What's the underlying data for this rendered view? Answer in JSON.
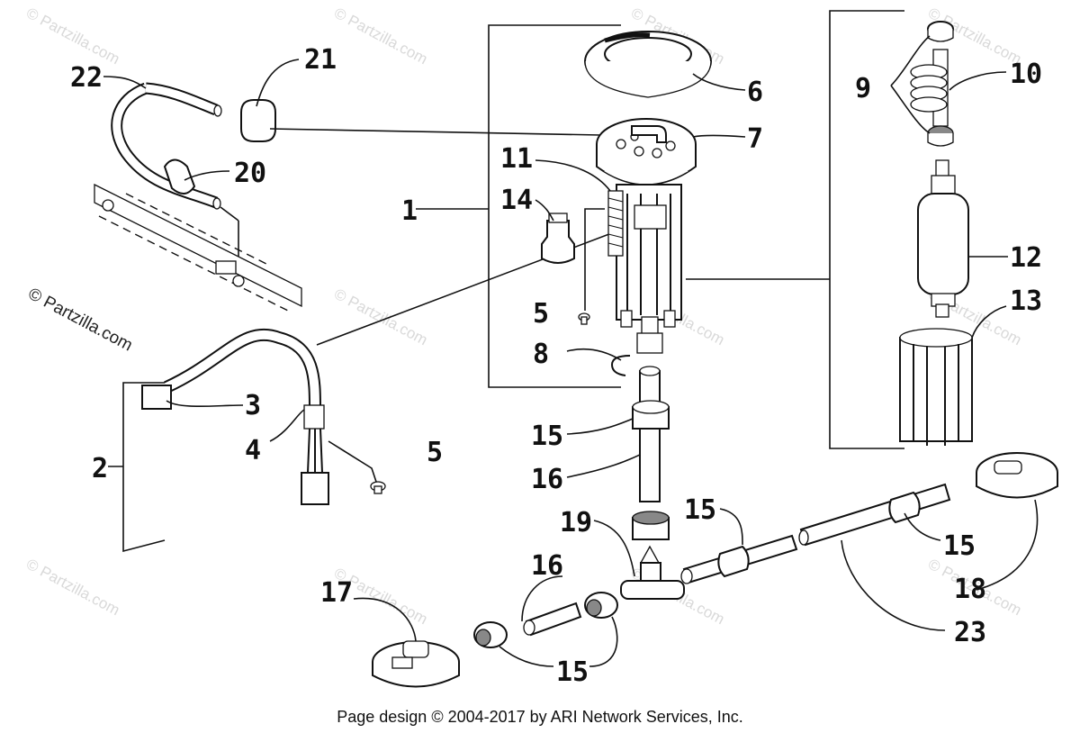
{
  "footer": {
    "copyright": "Page design © 2004-2017 by ARI Network Services, Inc."
  },
  "watermark": {
    "text": "© Partzilla.com"
  },
  "callouts": {
    "c1": "1",
    "c2": "2",
    "c3": "3",
    "c4": "4",
    "c5a": "5",
    "c5b": "5",
    "c6": "6",
    "c7": "7",
    "c8": "8",
    "c9": "9",
    "c10": "10",
    "c11": "11",
    "c12": "12",
    "c13": "13",
    "c14": "14",
    "c15a": "15",
    "c15b": "15",
    "c15c": "15",
    "c15d": "15",
    "c16a": "16",
    "c16b": "16",
    "c17": "17",
    "c18": "18",
    "c19": "19",
    "c20": "20",
    "c21": "21",
    "c22": "22",
    "c23": "23"
  }
}
